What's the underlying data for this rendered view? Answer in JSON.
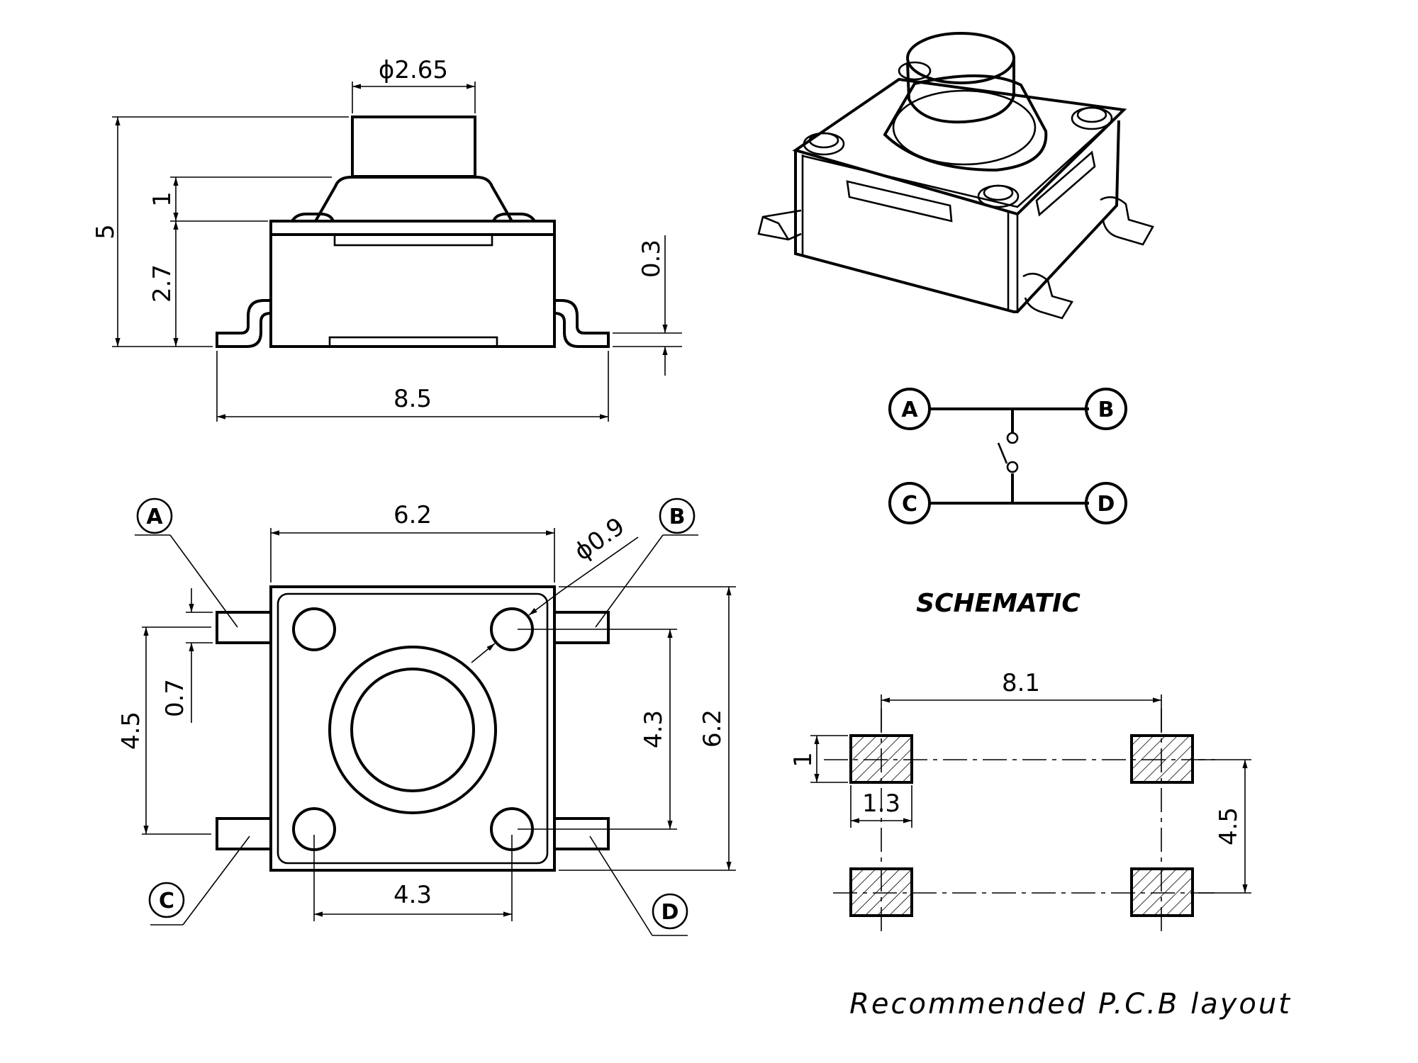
{
  "side_view": {
    "dim_plunger_diameter": "ϕ2.65",
    "dim_total_height": "5",
    "dim_cap_height": "1",
    "dim_body_height": "2.7",
    "dim_lead_thickness": "0.3",
    "dim_overall_width": "8.5"
  },
  "top_view": {
    "dim_body_width": "6.2",
    "dim_hole_diameter": "ϕ0.9",
    "dim_pin_pitch_left": "4.5",
    "dim_pin_width": "0.7",
    "dim_pin_pitch_right": "4.3",
    "dim_body_height": "6.2",
    "dim_hole_spacing": "4.3",
    "pin_labels": [
      "A",
      "B",
      "C",
      "D"
    ]
  },
  "schematic": {
    "title": "SCHEMATIC",
    "pins": [
      "A",
      "B",
      "C",
      "D"
    ]
  },
  "pcb_layout": {
    "dim_pad_span": "8.1",
    "dim_pad_height": "1",
    "dim_pad_width": "1.3",
    "dim_pad_pitch": "4.5",
    "note": "Recommended P.C.B layout"
  }
}
